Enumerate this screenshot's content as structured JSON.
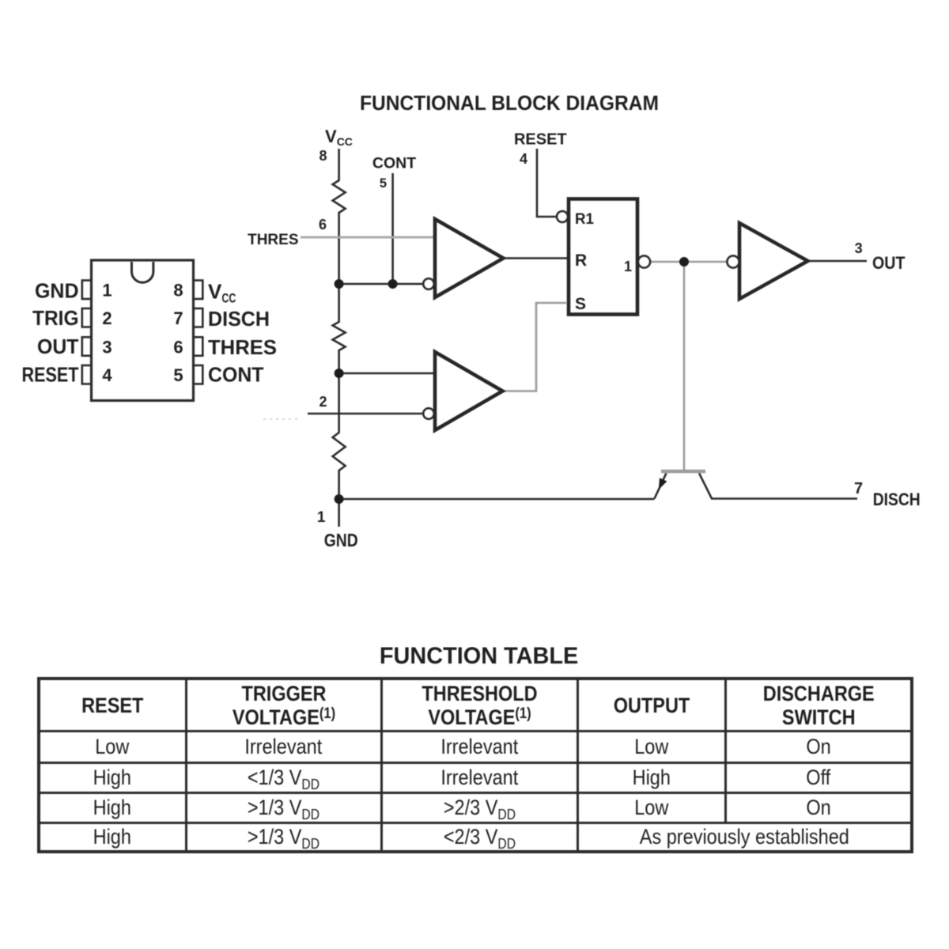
{
  "page": {
    "background": "#ffffff",
    "ink_color": "#262626",
    "gray_wire_color": "#9b9b9b"
  },
  "diagram": {
    "title": "FUNCTIONAL BLOCK DIAGRAM",
    "labels": {
      "vcc_base": "V",
      "vcc_sub": "CC",
      "pin8": "8",
      "cont": "CONT",
      "pin5": "5",
      "pin6": "6",
      "thres": "THRES",
      "pin2": "2",
      "reset": "RESET",
      "pin4": "4",
      "latch_r1": "R1",
      "latch_r": "R",
      "latch_s": "S",
      "latch_out_pin1": "1",
      "pin3": "3",
      "out": "OUT",
      "pin7": "7",
      "disch": "DISCH",
      "pin1": "1",
      "gnd": "GND"
    }
  },
  "dip": {
    "pins_left": [
      {
        "num": "1",
        "name": "GND"
      },
      {
        "num": "2",
        "name": "TRIG"
      },
      {
        "num": "3",
        "name": "OUT"
      },
      {
        "num": "4",
        "name": "RESET"
      }
    ],
    "pins_right": [
      {
        "num": "8",
        "name": "V",
        "sub": "CC"
      },
      {
        "num": "7",
        "name": "DISCH",
        "sub": ""
      },
      {
        "num": "6",
        "name": "THRES",
        "sub": ""
      },
      {
        "num": "5",
        "name": "CONT",
        "sub": ""
      }
    ]
  },
  "function_table": {
    "title": "FUNCTION TABLE",
    "headers": [
      {
        "line1": "RESET",
        "line2": "",
        "sup": ""
      },
      {
        "line1": "TRIGGER",
        "line2": "VOLTAGE",
        "sup": "(1)"
      },
      {
        "line1": "THRESHOLD",
        "line2": "VOLTAGE",
        "sup": "(1)"
      },
      {
        "line1": "OUTPUT",
        "line2": "",
        "sup": ""
      },
      {
        "line1": "DISCHARGE",
        "line2": "SWITCH",
        "sup": ""
      }
    ],
    "rows": [
      {
        "reset": "Low",
        "trig_pre": "Irrelevant",
        "trig_sub": "",
        "thr_pre": "Irrelevant",
        "thr_sub": "",
        "output": "Low",
        "switch": "On"
      },
      {
        "reset": "High",
        "trig_pre": "<1/3 V",
        "trig_sub": "DD",
        "thr_pre": "Irrelevant",
        "thr_sub": "",
        "output": "High",
        "switch": "Off"
      },
      {
        "reset": "High",
        "trig_pre": ">1/3 V",
        "trig_sub": "DD",
        "thr_pre": ">2/3 V",
        "thr_sub": "DD",
        "output": "Low",
        "switch": "On"
      },
      {
        "reset": "High",
        "trig_pre": ">1/3 V",
        "trig_sub": "DD",
        "thr_pre": "<2/3 V",
        "thr_sub": "DD",
        "merged": "As previously established"
      }
    ]
  }
}
